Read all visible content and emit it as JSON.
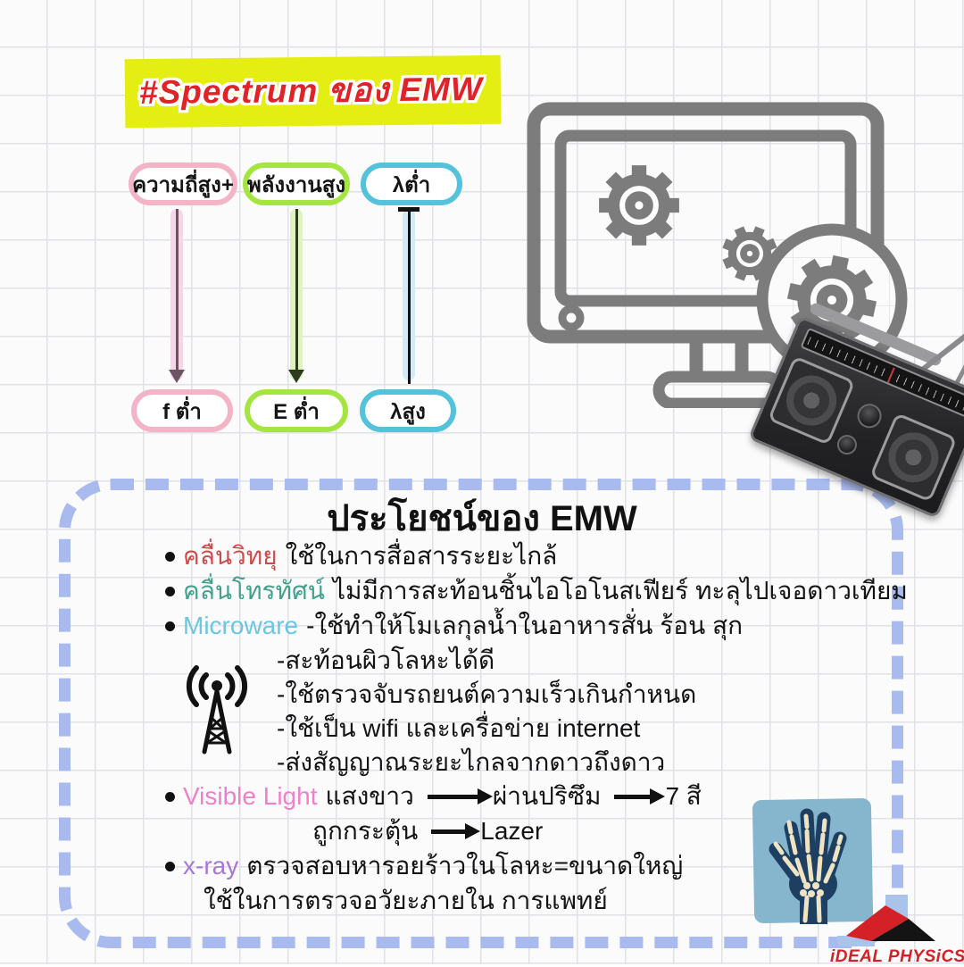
{
  "title": {
    "text": "#Spectrum ของ EMW"
  },
  "spectrum": {
    "top": [
      {
        "label": "ความถี่สูง+"
      },
      {
        "label": "พลังงานสูง"
      },
      {
        "label": "λต่ำ"
      }
    ],
    "bottom": [
      {
        "label": "f ต่ำ"
      },
      {
        "label": "E ต่ำ"
      },
      {
        "label": "λสูง"
      }
    ]
  },
  "benefits": {
    "title": "ประโยชน์ของ EMW",
    "radio": {
      "label": "คลื่นวิทยุ",
      "text": "ใช้ในการสื่อสารระยะไกล้"
    },
    "tv": {
      "label": "คลื่นโทรทัศน์",
      "text": "ไม่มีการสะท้อนชิ้นไอโอโนสเฟียร์ ทะลุไปเจอดาวเทียม"
    },
    "microwave": {
      "label": "Microware",
      "text": "-ใช้ทำให้โมเลกุลน้ำในอาหารสั่น ร้อน สุก",
      "sublines": [
        "-สะท้อนผิวโลหะได้ดี",
        "-ใช้ตรวจจับรถยนต์ความเร็วเกินกำหนด",
        "-ใช้เป็น wifi และเครื่อข่าย internet",
        "-ส่งสัญญาณระยะไกลจากดาวถึงดาว"
      ]
    },
    "visible_light": {
      "label": "Visible Light",
      "step1": "แสงขาว",
      "step2": "ผ่านปริซึม",
      "step3": "7 สี",
      "step4": "ถูกกระตุ้น",
      "step5": "Lazer"
    },
    "xray": {
      "label": "x-ray",
      "text": "ตรวจสอบหารอยร้าวในโลหะ=ขนาดใหญ่",
      "text2": "ใช้ในการตรวจอวัยะภายใน  การแพทย์"
    }
  },
  "logo": {
    "text": "iDEAL PHYSiCS"
  },
  "colors": {
    "highlight_yellow": "#e4ee12",
    "title_red": "#e02326",
    "pill_pink": "#f3b4c8",
    "pill_green": "#a5e542",
    "pill_cyan": "#54c2da",
    "dash_border": "#a9bbee",
    "label_radio": "#cf4a4a",
    "label_tv": "#42a08d",
    "label_microwave": "#6cc6e2",
    "label_visible_light": "#ef7fcb",
    "label_xray": "#a877d6",
    "illustration_gray": "#7c7c7c",
    "logo_red": "#d42027"
  },
  "icons": {
    "antenna": "radio-tower-icon",
    "computer": "computer-gears-icon",
    "magnifier": "magnifier-gear-icon",
    "radio": "vintage-radio-icon",
    "xray_hand": "xray-hand-icon",
    "arrow": "arrow-right-icon"
  }
}
